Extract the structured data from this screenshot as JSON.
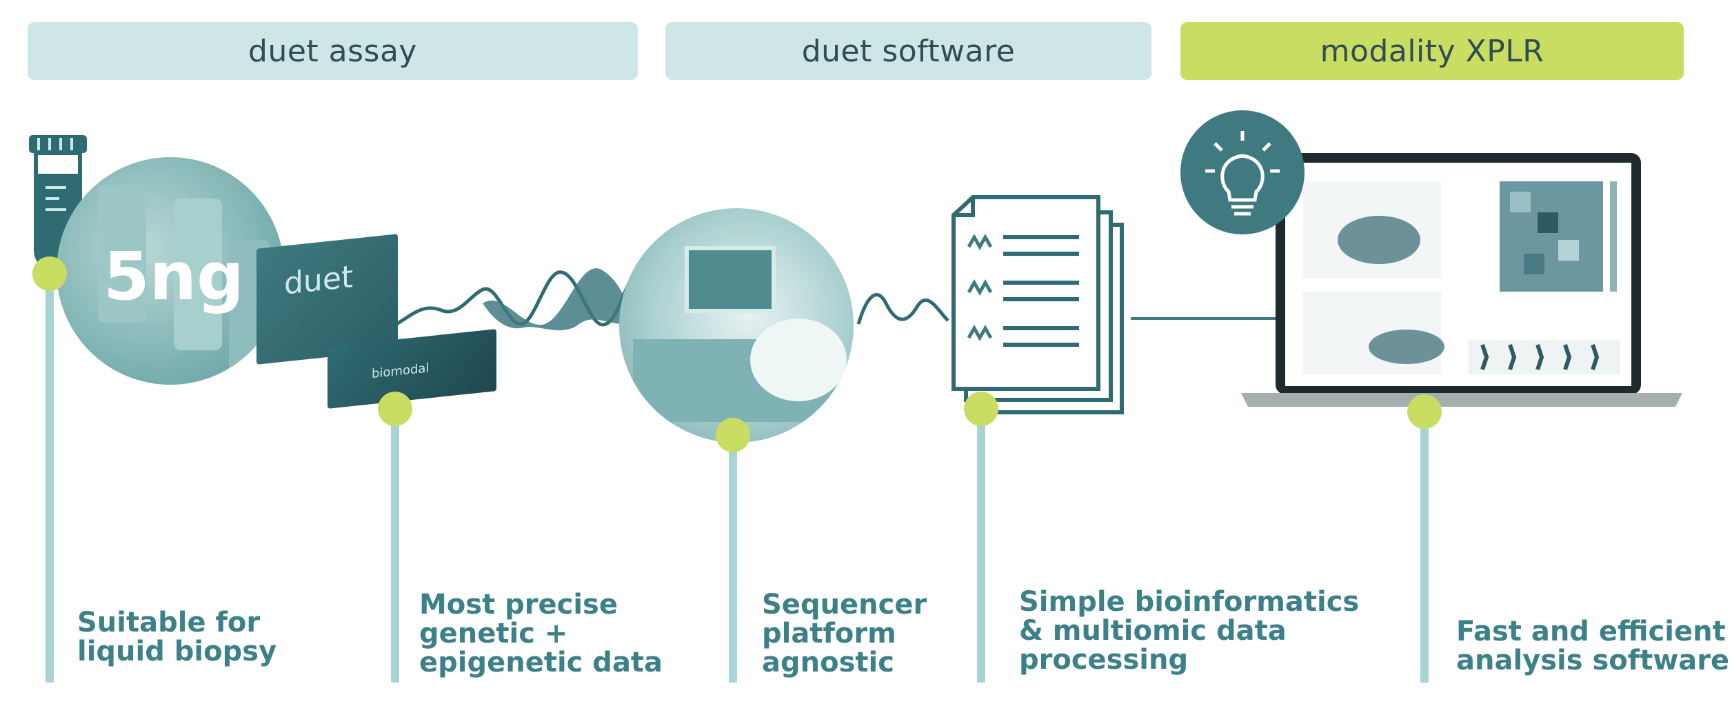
{
  "tabs": {
    "assay": "duet assay",
    "software": "duet software",
    "xplr": "modality XPLR"
  },
  "images": {
    "sample_amount": "5ng",
    "product_box_label": "duet",
    "product_sleeve_label": "biomodal"
  },
  "captions": {
    "c1_line1": "Suitable for",
    "c1_line2": "liquid biopsy",
    "c2_line1": "Most precise",
    "c2_line2": "genetic +",
    "c2_line3": "epigenetic data",
    "c3_line1": "Sequencer",
    "c3_line2": "platform",
    "c3_line3": "agnostic",
    "c4_line1": "Simple bioinformatics",
    "c4_line2": "& multiomic data",
    "c4_line3": "processing",
    "c5_line1": "Fast and efficient",
    "c5_line2": "analysis software"
  },
  "colors": {
    "tab_light": "#cfe6e7",
    "tab_accent": "#c9dd62",
    "caption_text": "#3c8088",
    "stem": "#a9d4d6",
    "dot": "#c9dd62",
    "dark_teal": "#2f6b73"
  },
  "icons": [
    "test-tube-icon",
    "documents-icon",
    "lightbulb-icon",
    "laptop-icon"
  ]
}
